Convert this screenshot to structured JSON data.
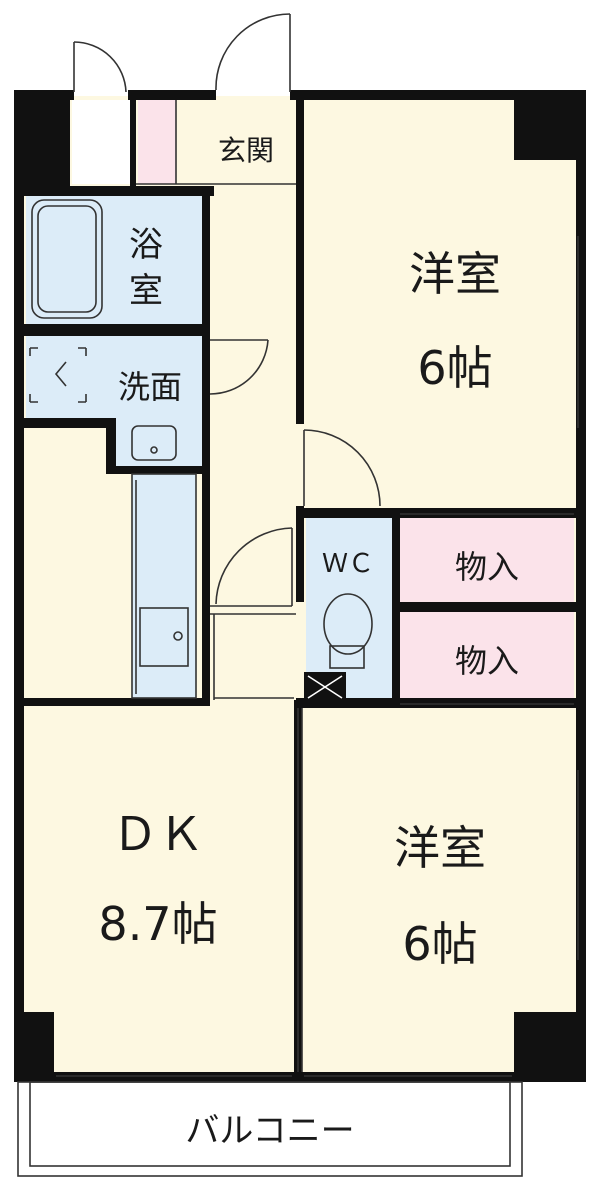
{
  "rooms": {
    "entrance": "玄関",
    "bath": [
      "浴",
      "室"
    ],
    "washroom": "洗面",
    "western_room_1": {
      "name": "洋室",
      "size": "6帖"
    },
    "wc": "ＷＣ",
    "storage_1": "物入",
    "storage_2": "物入",
    "dk": {
      "name": "ＤＫ",
      "size": "8.7帖"
    },
    "western_room_2": {
      "name": "洋室",
      "size": "6帖"
    },
    "balcony": "バルコニー"
  },
  "colors": {
    "room_fill": "#fdf8e1",
    "wet_area_fill": "#dcecf8",
    "storage_fill": "#fbe3ea",
    "wall": "#111111",
    "line": "#333333"
  }
}
